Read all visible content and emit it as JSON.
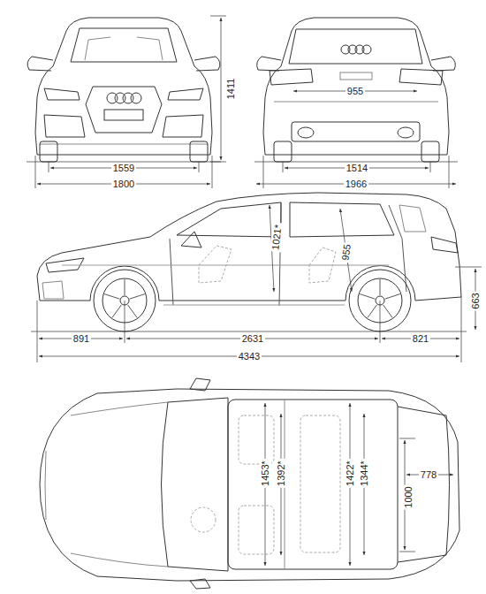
{
  "diagram": {
    "labels": [
      "1411",
      "1559",
      "1800",
      "955",
      "1514",
      "1966",
      "1021*",
      "955",
      "891",
      "2631",
      "821",
      "663",
      "4343",
      "1453*",
      "1392*",
      "1422*",
      "1344*",
      "778",
      "1000"
    ]
  }
}
